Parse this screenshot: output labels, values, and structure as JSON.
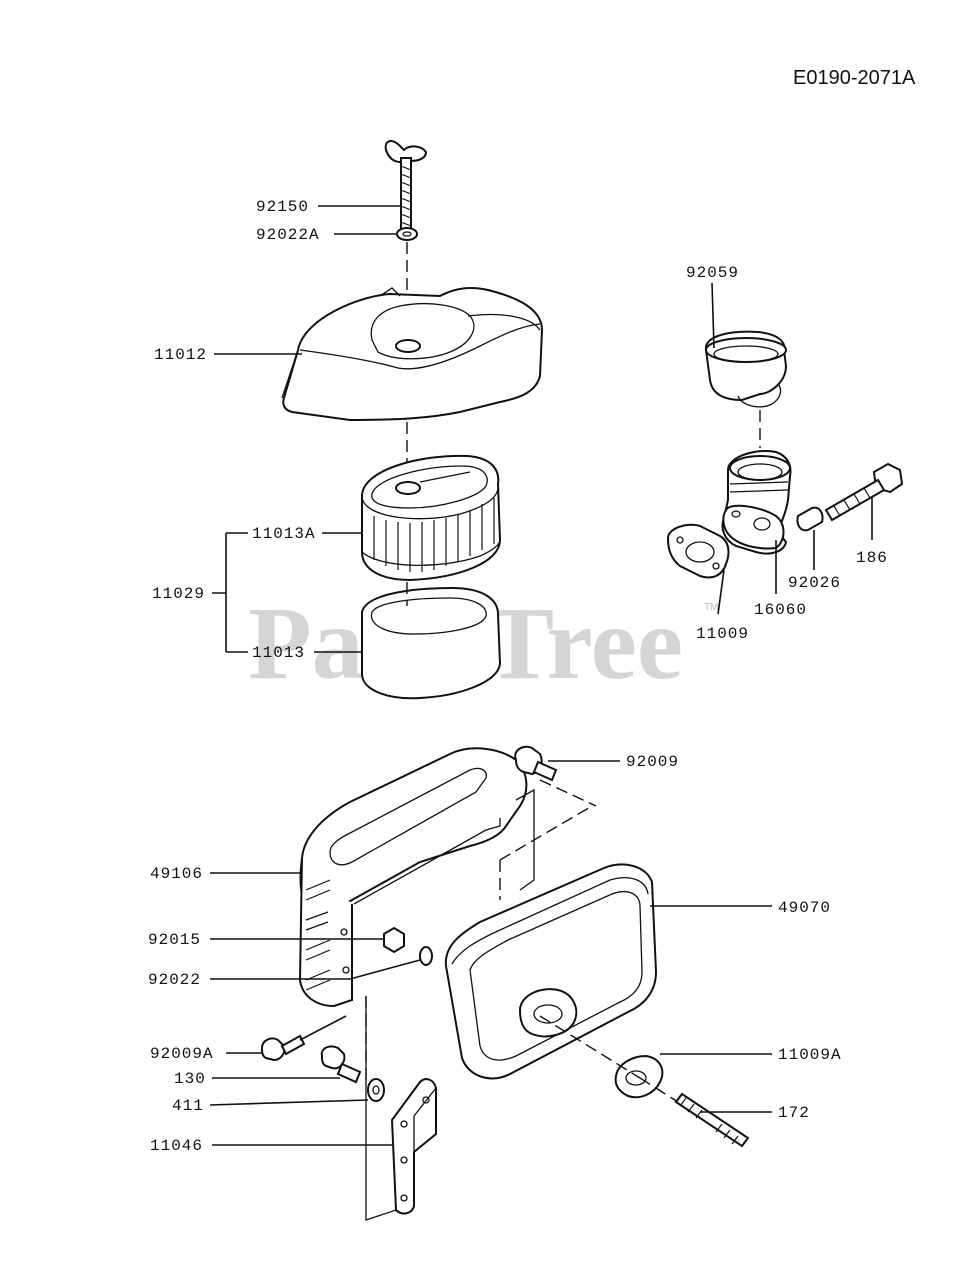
{
  "diagram_code": "E0190-2071A",
  "watermark": {
    "text": "PartsTree",
    "trademark": "TM"
  },
  "parts": {
    "p92150": "92150",
    "p92022A": "92022A",
    "p11012": "11012",
    "p11013A": "11013A",
    "p11029": "11029",
    "p11013": "11013",
    "p92059": "92059",
    "p186": "186",
    "p92026": "92026",
    "p16060": "16060",
    "p11009": "11009",
    "p92009": "92009",
    "p49106": "49106",
    "p49070": "49070",
    "p92015": "92015",
    "p92022": "92022",
    "p92009A": "92009A",
    "p130": "130",
    "p411": "411",
    "p11009A": "11009A",
    "p172": "172",
    "p11046": "11046"
  }
}
